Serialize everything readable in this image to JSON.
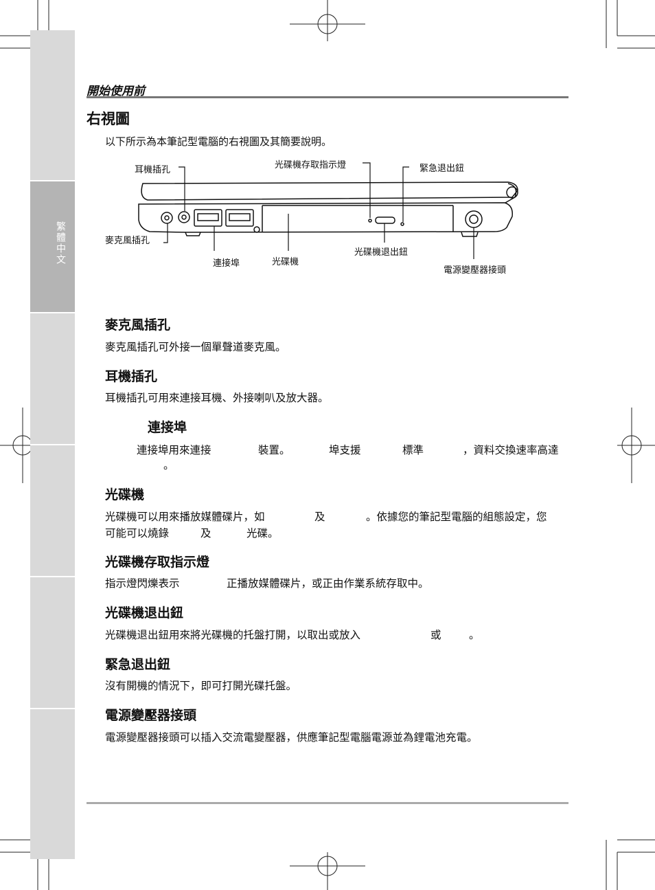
{
  "sidebar": {
    "language_tab": "繁體中文"
  },
  "header": {
    "chapter_title": "開始使用前"
  },
  "page_title": "右視圖",
  "intro": "以下所示為本筆記型電腦的右視圖及其簡要說明。",
  "diagram": {
    "labels": {
      "headphone_jack": "耳機插孔",
      "odd_activity": "光碟機存取指示燈",
      "emergency_eject": "緊急退出鈕",
      "microphone_jack": "麥克風插孔",
      "usb_port": "連接埠",
      "optical_drive": "光碟機",
      "odd_eject": "光碟機退出鈕",
      "power_connector": "電源變壓器接頭"
    }
  },
  "sections": {
    "mic": {
      "title": "麥克風插孔",
      "body": "麥克風插孔可外接一個單聲道麥克風。"
    },
    "headphone": {
      "title": "耳機插孔",
      "body": "耳機插孔可用來連接耳機、外接喇叭及放大器。"
    },
    "usb": {
      "title": "連接埠",
      "body_line1_parts": [
        "連接埠用來連接",
        "裝置。",
        "埠支援",
        "標準",
        "，資料交換速率高達"
      ],
      "body_line2": "。"
    },
    "odd": {
      "title": "光碟機",
      "line1_parts": [
        "光碟機可以用來播放媒體碟片，如",
        "及",
        "。依據您的筆記型電腦的組態設定，您"
      ],
      "line2_parts": [
        "可能可以燒錄",
        "及",
        "光碟。"
      ]
    },
    "odd_led": {
      "title": "光碟機存取指示燈",
      "body_parts": [
        "指示燈閃爍表示",
        "正播放媒體碟片，或正由作業系統存取中。"
      ]
    },
    "odd_eject": {
      "title": "光碟機退出鈕",
      "body_parts": [
        "光碟機退出鈕用來將光碟機的托盤打開，以取出或放入",
        "或",
        "。"
      ]
    },
    "emergency": {
      "title": "緊急退出鈕",
      "body": "沒有開機的情況下，即可打開光碟托盤。"
    },
    "power": {
      "title": "電源變壓器接頭",
      "body": "電源變壓器接頭可以插入交流電變壓器，供應筆記型電腦電源並為鋰電池充電。"
    }
  }
}
